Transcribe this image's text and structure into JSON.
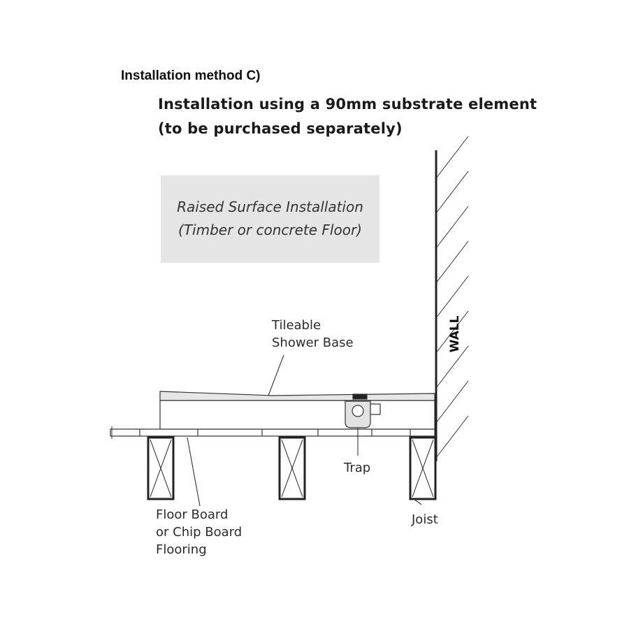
{
  "title": "Installation method C)",
  "subtitle": {
    "line1": "Installation using a 90mm substrate element",
    "line2": "(to be purchased separately)"
  },
  "info_box": {
    "line1": "Raised Surface Installation",
    "line2": "(Timber or concrete Floor)"
  },
  "labels": {
    "wall": "WALL",
    "shower_base_1": "Tileable",
    "shower_base_2": "Shower Base",
    "trap": "Trap",
    "joist": "Joist",
    "floor_1": "Floor Board",
    "floor_2": "or Chip Board",
    "floor_3": "Flooring"
  }
}
